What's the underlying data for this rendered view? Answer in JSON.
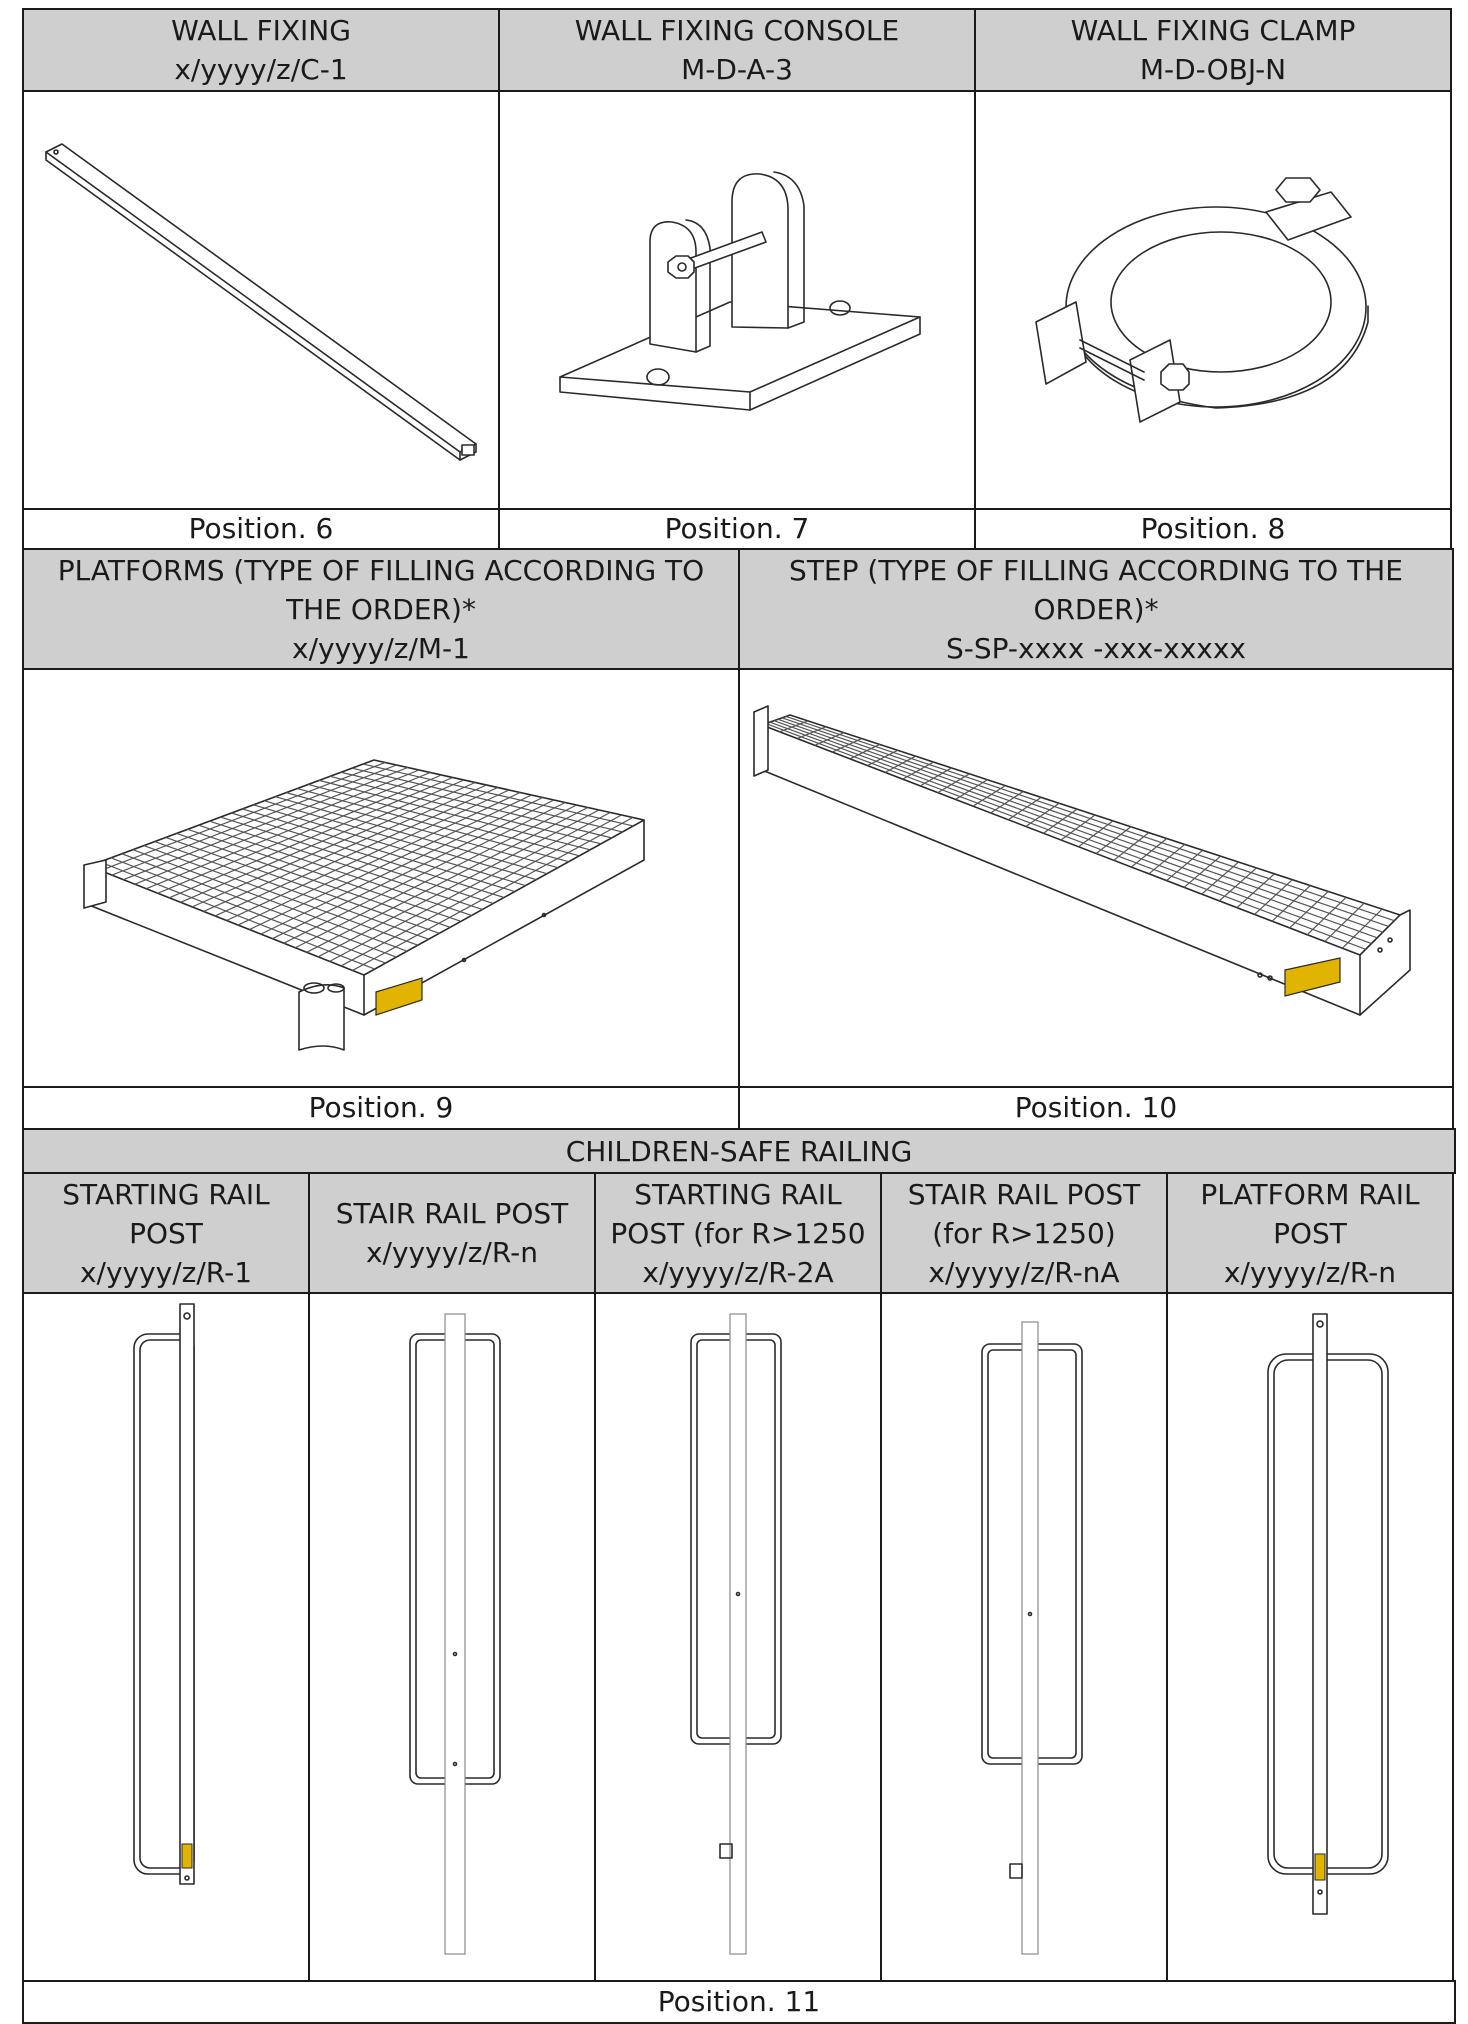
{
  "row1": {
    "headers": [
      {
        "title": "WALL FIXING",
        "code": "x/yyyy/z/C-1"
      },
      {
        "title": "WALL FIXING CONSOLE",
        "code": "M-D-A-3"
      },
      {
        "title": "WALL FIXING CLAMP",
        "code": "M-D-OBJ-N"
      }
    ],
    "positions": [
      "Position. 6",
      "Position. 7",
      "Position. 8"
    ]
  },
  "row2": {
    "headers": [
      {
        "title": "PLATFORMS (TYPE OF FILLING ACCORDING TO THE ORDER)*",
        "code": "x/yyyy/z/M-1"
      },
      {
        "title": "STEP (TYPE OF FILLING ACCORDING TO THE ORDER)*",
        "code": "S-SP-xxxx -xxx-xxxxx"
      }
    ],
    "positions": [
      "Position. 9",
      "Position. 10"
    ]
  },
  "railing": {
    "title": "CHILDREN-SAFE RAILING",
    "columns": [
      {
        "title": "STARTING RAIL POST",
        "code": "x/yyyy/z/R-1"
      },
      {
        "title": "STAIR RAIL POST",
        "code": "x/yyyy/z/R-n"
      },
      {
        "title": "STARTING RAIL POST (for R>1250",
        "code": "x/yyyy/z/R-2A"
      },
      {
        "title": "STAIR RAIL POST (for R>1250)",
        "code": "x/yyyy/z/R-nA"
      },
      {
        "title": "PLATFORM RAIL POST",
        "code": "x/yyyy/z/R-n"
      }
    ],
    "position": "Position. 11"
  },
  "colors": {
    "header_bg": "#cfcfcf",
    "border": "#1a1a1a",
    "reflector": "#e0b400"
  },
  "icons": [
    "square-tube-drawing",
    "console-bracket-drawing",
    "pipe-clamp-drawing",
    "grating-platform-drawing",
    "grating-step-drawing",
    "rail-post-drawing"
  ]
}
